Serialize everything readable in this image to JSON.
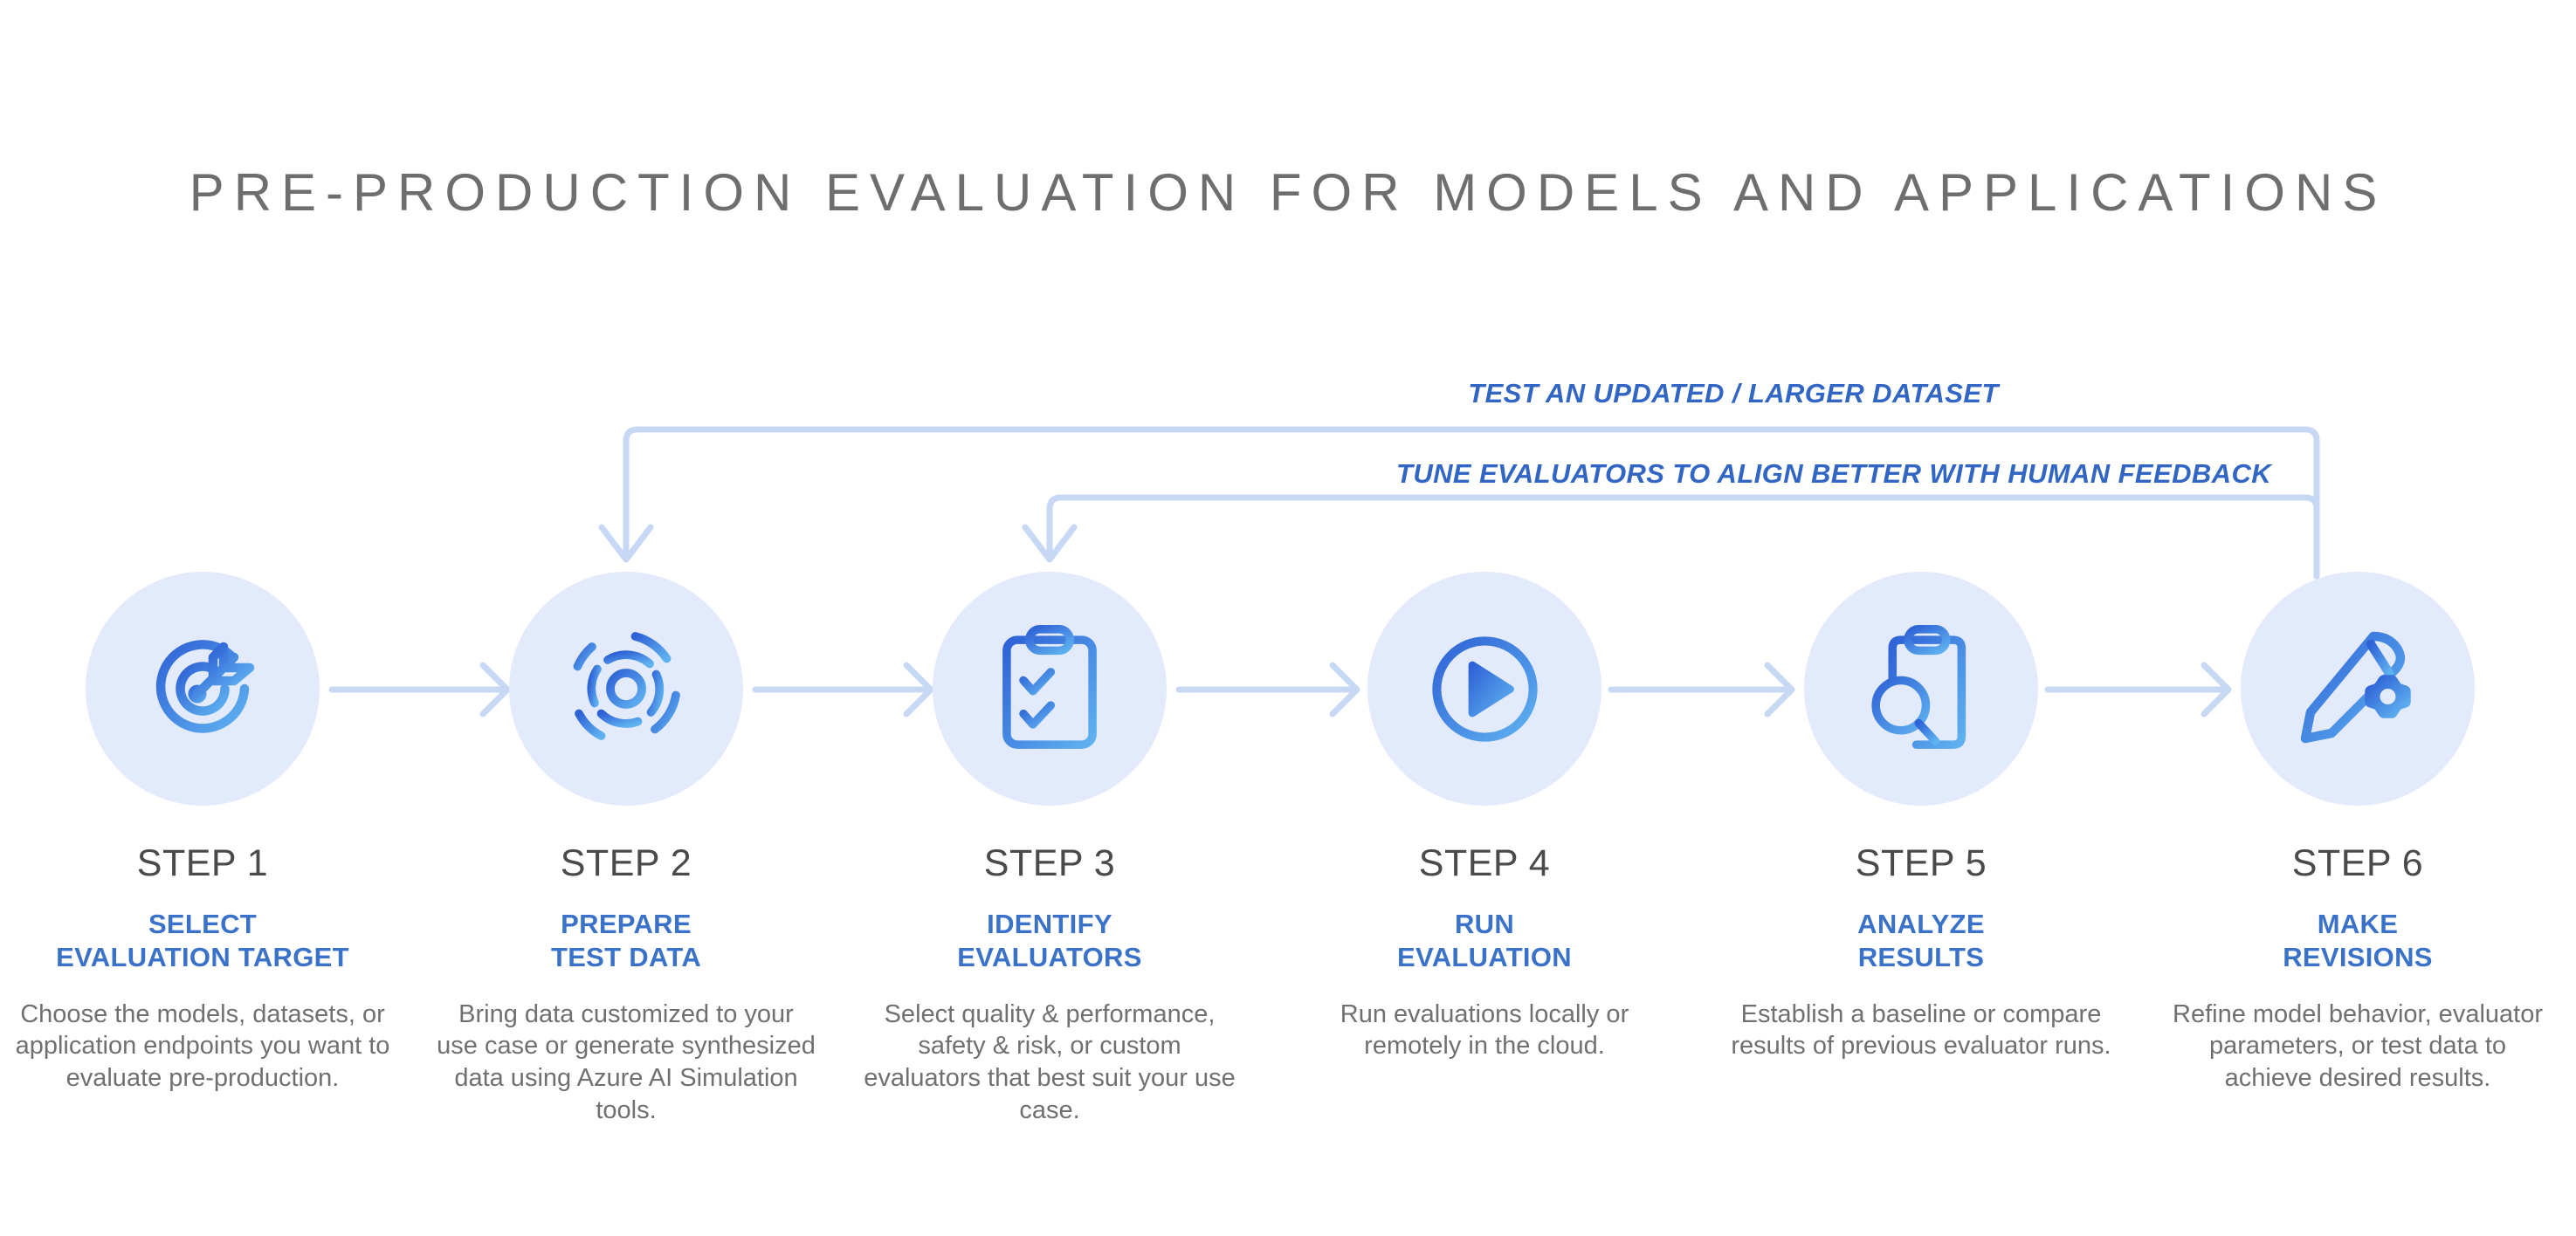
{
  "page": {
    "title": "PRE-PRODUCTION EVALUATION FOR MODELS AND APPLICATIONS",
    "background_color": "#ffffff"
  },
  "colors": {
    "title_gray": "#6e6e6e",
    "accent_blue": "#3a72c9",
    "loop_label_blue": "#3266c4",
    "circle_bg": "#e3eafb",
    "connector_blue": "#c6d8f4",
    "icon_gradient_from": "#2e62d6",
    "icon_gradient_to": "#5fb2f0",
    "body_gray": "#707070",
    "step_number_gray": "#4a4a4a"
  },
  "feedback_loops": [
    {
      "name": "test-updated-dataset-loop",
      "label": "TEST AN UPDATED / LARGER DATASET",
      "from_step": 6,
      "to_step": 2
    },
    {
      "name": "tune-evaluators-loop",
      "label": "TUNE EVALUATORS TO ALIGN BETTER WITH HUMAN FEEDBACK",
      "from_step": 6,
      "to_step": 3
    }
  ],
  "steps": [
    {
      "number": "STEP 1",
      "title": "SELECT\nEVALUATION TARGET",
      "title_lines": [
        "SELECT",
        "EVALUATION TARGET"
      ],
      "description": "Choose the models, datasets, or application endpoints you want to evaluate pre-production.",
      "icon": "target-arrow-icon"
    },
    {
      "number": "STEP 2",
      "title": "PREPARE\nTEST DATA",
      "title_lines": [
        "PREPARE",
        "TEST DATA"
      ],
      "description": "Bring data customized to your use case or generate synthesized data using Azure AI Simulation tools.",
      "icon": "concentric-data-rings-icon"
    },
    {
      "number": "STEP 3",
      "title": "IDENTIFY\nEVALUATORS",
      "title_lines": [
        "IDENTIFY",
        "EVALUATORS"
      ],
      "description": "Select quality & performance, safety & risk, or custom evaluators that best suit your use case.",
      "icon": "clipboard-checklist-icon"
    },
    {
      "number": "STEP 4",
      "title": "RUN\nEVALUATION",
      "title_lines": [
        "RUN",
        "EVALUATION"
      ],
      "description": "Run evaluations locally or remotely in the cloud.",
      "icon": "play-circle-icon"
    },
    {
      "number": "STEP 5",
      "title": "ANALYZE\nRESULTS",
      "title_lines": [
        "ANALYZE",
        "RESULTS"
      ],
      "description": "Establish a baseline or compare results of previous evaluator runs.",
      "icon": "clipboard-magnifier-icon"
    },
    {
      "number": "STEP 6",
      "title": "MAKE\nREVISIONS",
      "title_lines": [
        "MAKE",
        "REVISIONS"
      ],
      "description": "Refine model behavior, evaluator parameters, or test data to achieve desired results.",
      "icon": "pencil-gear-icon"
    }
  ]
}
